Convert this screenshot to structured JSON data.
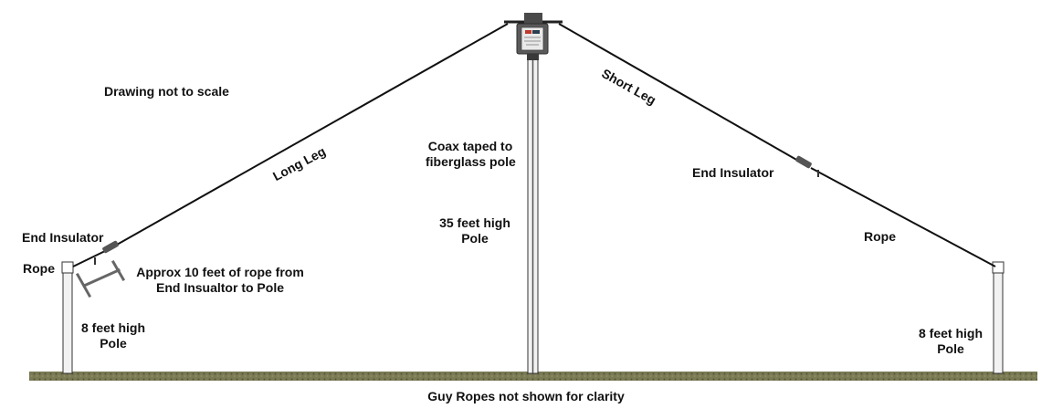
{
  "labels": {
    "drawing_note": "Drawing not to scale",
    "long_leg": "Long Leg",
    "short_leg": "Short Leg",
    "coax_line1": "Coax taped to",
    "coax_line2": "fiberglass pole",
    "center_pole_line1": "35 feet high",
    "center_pole_line2": "Pole",
    "end_insulator_left": "End Insulator",
    "end_insulator_right": "End Insulator",
    "rope_left": "Rope",
    "rope_right": "Rope",
    "approx_line1": "Approx 10 feet of rope from",
    "approx_line2": "End Insualtor to Pole",
    "left_pole_line1": "8 feet high",
    "left_pole_line2": "Pole",
    "right_pole_line1": "8 feet high",
    "right_pole_line2": "Pole",
    "footer": "Guy Ropes not shown for clarity"
  },
  "colors": {
    "wire": "#111111",
    "pole_fill": "#f2f2f2",
    "pole_stroke": "#333333",
    "ground": "#6b6b4a",
    "insulator": "#555555",
    "dimension": "#666666",
    "balun_body": "#5a5a5a"
  }
}
